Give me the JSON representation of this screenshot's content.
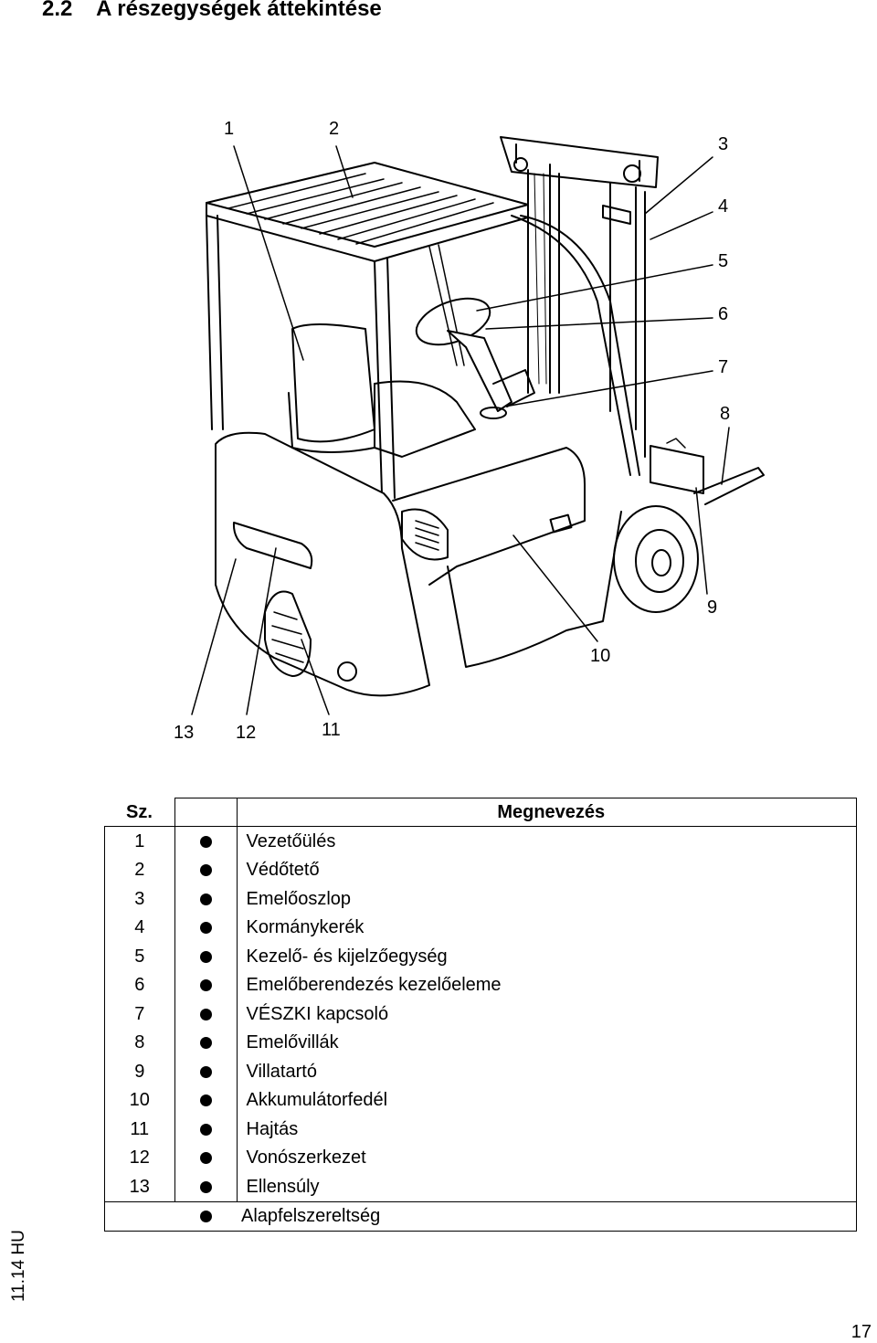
{
  "heading": {
    "number": "2.2",
    "title": "A részegységek áttekintése"
  },
  "callouts": [
    "1",
    "2",
    "3",
    "4",
    "5",
    "6",
    "7",
    "8",
    "9",
    "10",
    "11",
    "12",
    "13"
  ],
  "table": {
    "headers": {
      "number": "Sz.",
      "name": "Megnevezés"
    },
    "rows": [
      {
        "number": "1",
        "name": "Vezetőülés"
      },
      {
        "number": "2",
        "name": "Védőtető"
      },
      {
        "number": "3",
        "name": "Emelőoszlop"
      },
      {
        "number": "4",
        "name": "Kormánykerék"
      },
      {
        "number": "5",
        "name": "Kezelő- és kijelzőegység"
      },
      {
        "number": "6",
        "name": "Emelőberendezés kezelőeleme"
      },
      {
        "number": "7",
        "name": "VÉSZKI kapcsoló"
      },
      {
        "number": "8",
        "name": "Emelővillák"
      },
      {
        "number": "9",
        "name": "Villatartó"
      },
      {
        "number": "10",
        "name": "Akkumulátorfedél"
      },
      {
        "number": "11",
        "name": "Hajtás"
      },
      {
        "number": "12",
        "name": "Vonószerkezet"
      },
      {
        "number": "13",
        "name": "Ellensúly"
      }
    ],
    "legend": "Alapfelszereltség"
  },
  "footer": {
    "version": "11.14 HU",
    "page": "17"
  }
}
